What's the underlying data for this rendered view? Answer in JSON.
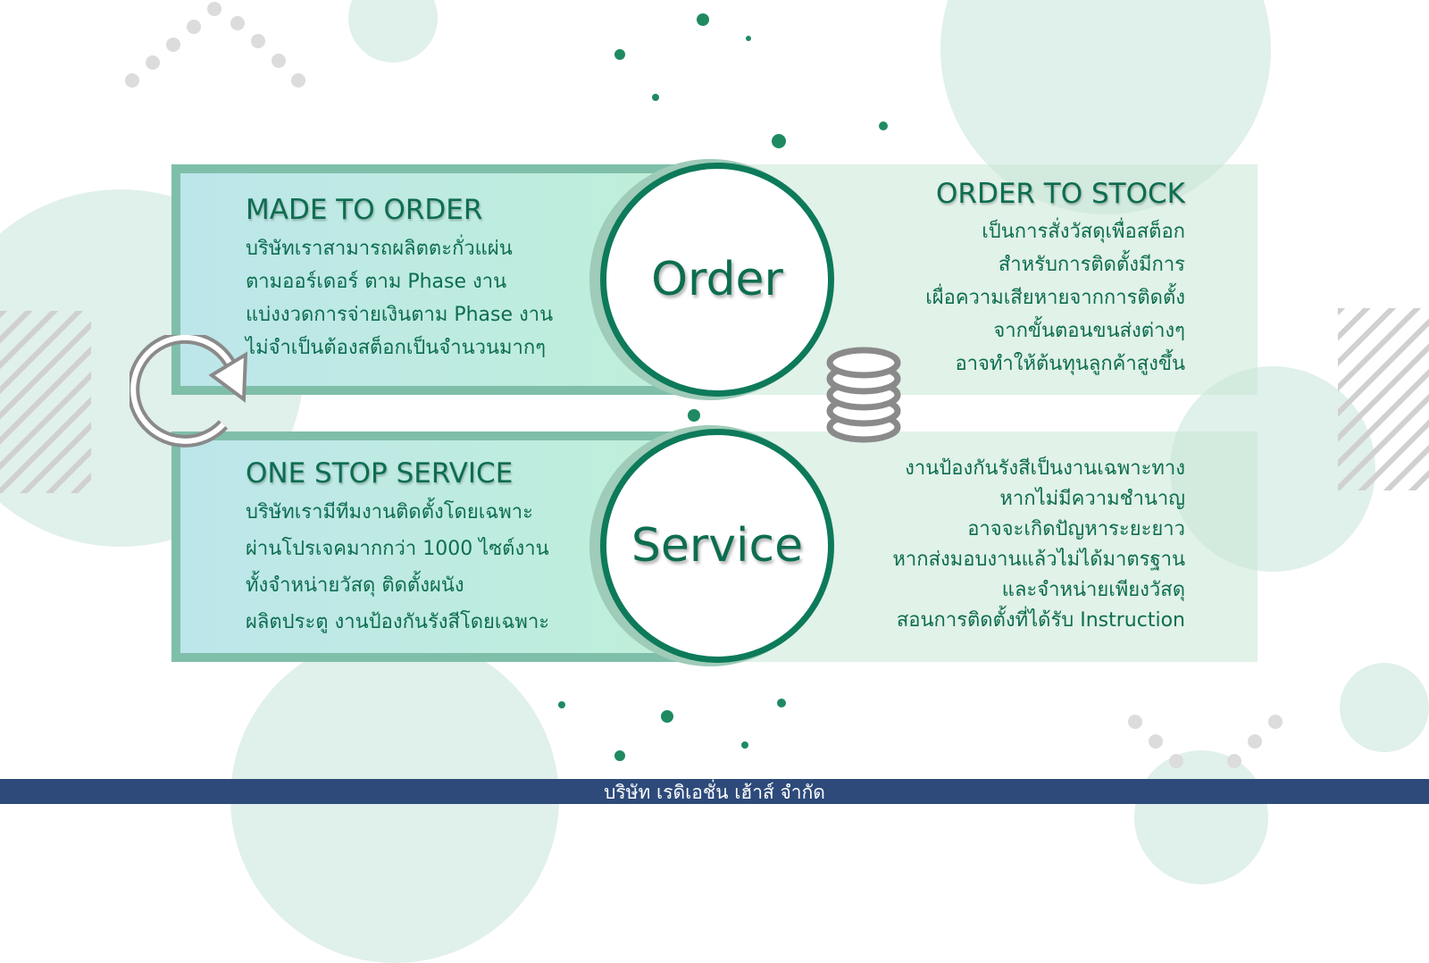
{
  "panels": {
    "made_to_order": {
      "title": "MADE TO ORDER",
      "lines": [
        "บริษัทเราสามารถผลิตตะกั่วแผ่น",
        "ตามออร์เดอร์ ตาม Phase งาน",
        "แบ่งงวดการจ่ายเงินตาม Phase งาน",
        "ไม่จำเป็นต้องสต็อกเป็นจำนวนมากๆ"
      ]
    },
    "order_to_stock": {
      "title": "ORDER TO STOCK",
      "lines": [
        "เป็นการสั่งวัสดุเพื่อสต็อก",
        "สำหรับการติดตั้งมีการ",
        "เผื่อความเสียหายจากการติดตั้ง",
        "จากขั้นตอนขนส่งต่างๆ",
        "อาจทำให้ต้นทุนลูกค้าสูงขึ้น"
      ]
    },
    "one_stop_service": {
      "title": "ONE STOP SERVICE",
      "lines": [
        "บริษัทเรามีทีมงานติดตั้งโดยเฉพาะ",
        "ผ่านโปรเจคมากกว่า 1000 ไซต์งาน",
        "ทั้งจำหน่ายวัสดุ ติดตั้งผนัง",
        "ผลิตประตู งานป้องกันรังสีโดยเฉพาะ"
      ]
    },
    "service_right": {
      "lines": [
        "งานป้องกันรังสีเป็นงานเฉพาะทาง",
        "หากไม่มีความชำนาญ",
        "อาจจะเกิดปัญหาระยะยาว",
        "หากส่งมอบงานแล้วไม่ได้มาตรฐาน",
        "และจำหน่ายเพียงวัสดุ",
        "สอนการติดตั้งที่ได้รับ Instruction"
      ]
    }
  },
  "circles": {
    "order": "Order",
    "service": "Service"
  },
  "icons": {
    "refresh": "refresh-icon",
    "stack": "coin-stack-icon"
  },
  "footer": "บริษัท เรดิเอชั่น เฮ้าส์ จำกัด",
  "colors": {
    "accent": "#0d6d50",
    "footer": "#2d4a7a",
    "panel_border": "#7fbfaa"
  }
}
